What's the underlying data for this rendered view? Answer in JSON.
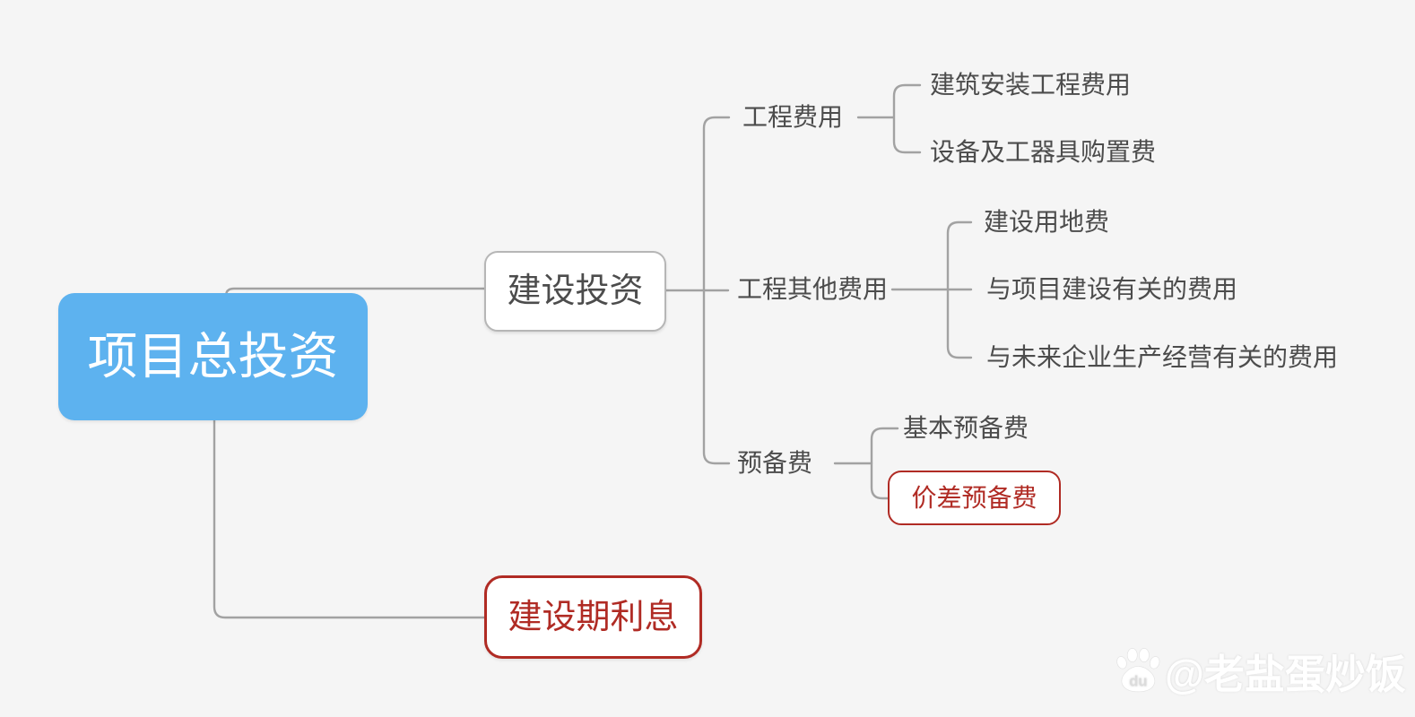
{
  "colors": {
    "bg": "#f5f5f5",
    "root_fill": "#5db2ef",
    "root_text": "#ffffff",
    "text": "#4c4c4c",
    "highlight": "#b02b24",
    "line": "#a2a2a2",
    "box_border": "#b6b6b6",
    "watermark": "#ffffff"
  },
  "tree": {
    "root": {
      "label": "项目总投资",
      "children": [
        {
          "label": "建设投资",
          "children": [
            {
              "label": "工程费用",
              "children": [
                {
                  "label": "建筑安装工程费用"
                },
                {
                  "label": "设备及工器具购置费"
                }
              ]
            },
            {
              "label": "工程其他费用",
              "children": [
                {
                  "label": "建设用地费"
                },
                {
                  "label": "与项目建设有关的费用"
                },
                {
                  "label": "与未来企业生产经营有关的费用"
                }
              ]
            },
            {
              "label": "预备费",
              "children": [
                {
                  "label": "基本预备费"
                },
                {
                  "label": "价差预备费",
                  "highlight": true
                }
              ]
            }
          ]
        },
        {
          "label": "建设期利息",
          "highlight": true
        }
      ]
    }
  },
  "watermark": {
    "handle": "@老盐蛋炒饭",
    "icon_text": "du"
  }
}
